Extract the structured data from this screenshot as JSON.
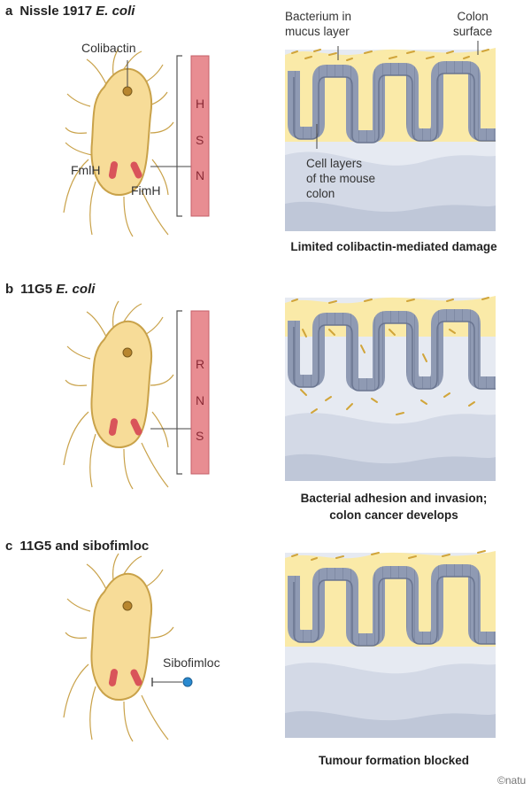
{
  "panels": [
    {
      "letter": "a",
      "title_pre": "Nissle 1917",
      "title_em": "E. coli",
      "labels": {
        "colibactin": "Colibactin",
        "fmlh": "FmlH",
        "fimh": "FimH",
        "bar_letters": [
          "H",
          "S",
          "N"
        ]
      },
      "annotations": {
        "mucus": [
          "Bacterium in",
          "mucus layer"
        ],
        "surface": [
          "Colon",
          "surface"
        ],
        "cells": [
          "Cell layers",
          "of the mouse",
          "colon"
        ]
      },
      "caption": [
        "Limited colibactin-mediated damage"
      ]
    },
    {
      "letter": "b",
      "title_pre": "11G5",
      "title_em": "E. coli",
      "labels": {
        "bar_letters": [
          "R",
          "N",
          "S"
        ]
      },
      "caption": [
        "Bacterial adhesion and invasion;",
        "colon cancer develops"
      ]
    },
    {
      "letter": "c",
      "title_pre": "11G5 and sibofimloc",
      "title_em": "",
      "labels": {
        "drug": "Sibofimloc"
      },
      "caption": [
        "Tumour formation blocked"
      ]
    }
  ],
  "credit": "©natu",
  "colors": {
    "bacterium_fill": "#f7dc98",
    "bacterium_stroke": "#c9a24a",
    "adhesin": "#d9545a",
    "bar_fill": "#e88d92",
    "bar_text": "#8a2a35",
    "mucus": "#faeaa8",
    "epithelium": "#8f9ab3",
    "tissue_light": "#e6eaf2",
    "tissue_mid": "#d3d9e6",
    "tissue_dark": "#bfc7d8",
    "drug": "#2a8ad0"
  }
}
